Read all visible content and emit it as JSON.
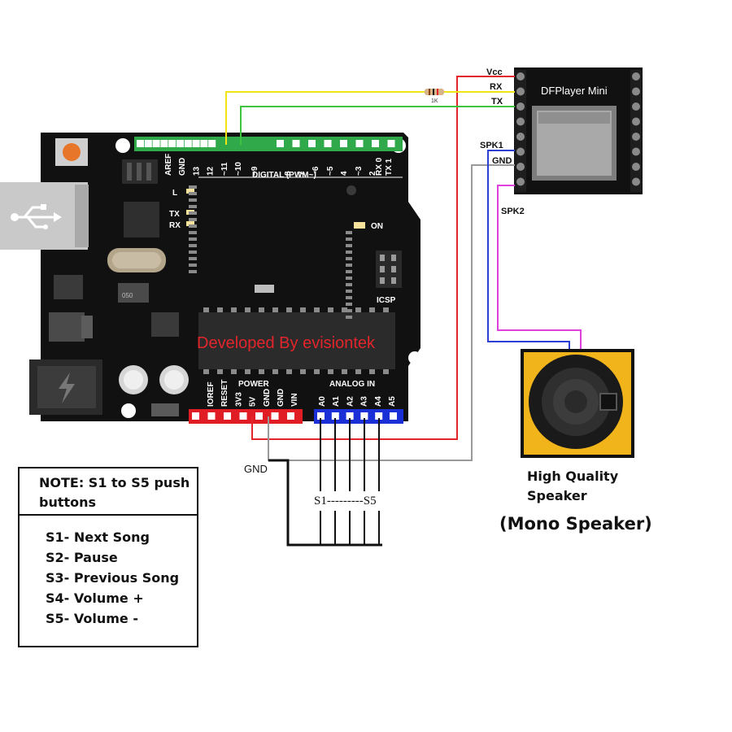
{
  "arduino": {
    "digital_header": "DIGITAL (PWM~)",
    "digital_pins": [
      "AREF",
      "GND",
      "13",
      "12",
      "~11",
      "~10",
      "~9",
      "8",
      "7",
      "~6",
      "~5",
      "4",
      "~3",
      "2",
      "TX 1",
      "RX 0"
    ],
    "led_labels": [
      "L",
      "TX",
      "RX"
    ],
    "on_label": "ON",
    "icsp_label": "ICSP",
    "watermark": "Developed By evisiontek",
    "power_header": "POWER",
    "power_pins": [
      "IOREF",
      "RESET",
      "3V3",
      "5V",
      "GND",
      "GND",
      "VIN"
    ],
    "analog_header": "ANALOG IN",
    "analog_pins": [
      "A0",
      "A1",
      "A2",
      "A3",
      "A4",
      "A5"
    ],
    "regulator_label": "050"
  },
  "dfplayer": {
    "title": "DFPlayer Mini",
    "pins": {
      "vcc": "Vcc",
      "rx": "RX",
      "tx": "TX",
      "spk1": "SPK1",
      "gnd": "GND",
      "spk2": "SPK2"
    }
  },
  "resistor_label": "1K",
  "gnd_label": "GND",
  "buttons_label": "S1---------S5",
  "note": {
    "heading": "NOTE: S1 to S5 push buttons",
    "items": [
      "S1- Next Song",
      "S2- Pause",
      "S3- Previous Song",
      "S4- Volume +",
      "S5- Volume -"
    ]
  },
  "speaker": {
    "caption_line1": "High Quality",
    "caption_line2": "Speaker",
    "type": "(Mono Speaker)"
  },
  "colors": {
    "board": "#111111",
    "wire_vcc": "#e4262b",
    "wire_rx": "#f0e414",
    "wire_tx": "#3fc43f",
    "wire_gnd": "#9a9a9a",
    "wire_spk1": "#2c3fd4",
    "wire_spk2": "#e040e0",
    "header_red": "#e01d25",
    "header_blue": "#1b2fd6",
    "header_green": "#2fa94a",
    "speaker_frame": "#f2b41b",
    "watermark": "#e2252b"
  }
}
